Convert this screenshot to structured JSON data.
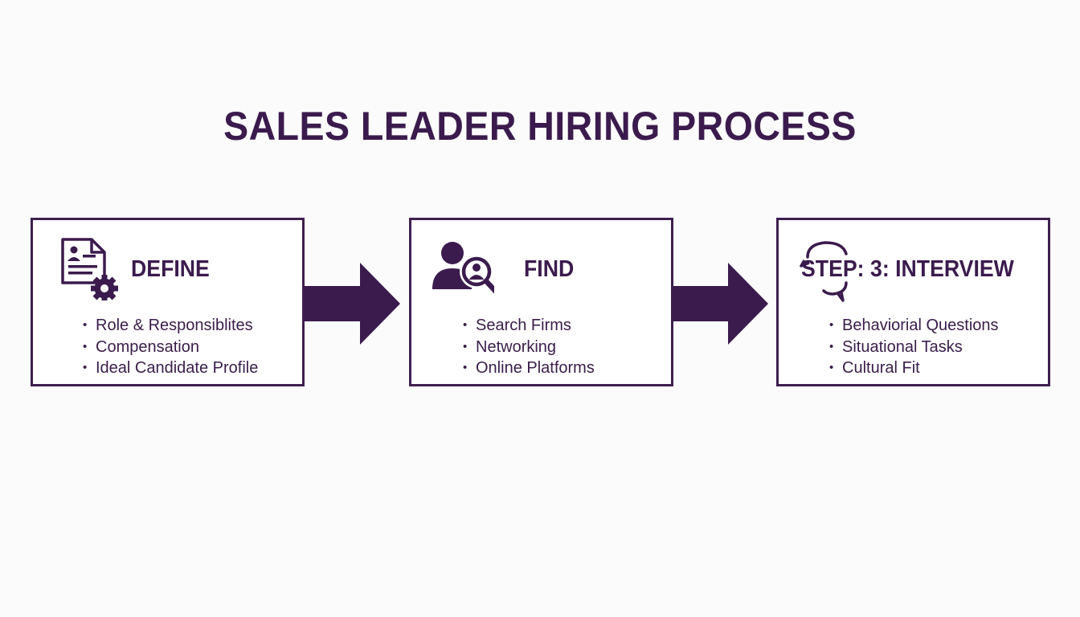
{
  "title": "SALES LEADER HIRING PROCESS",
  "colors": {
    "primary": "#3b1b4d",
    "background": "#fbfbfc",
    "box_fill": "#ffffff"
  },
  "steps": [
    {
      "title": "DEFINE",
      "icon": "document-gear-icon",
      "items": [
        "Role & Responsiblites",
        "Compensation",
        "Ideal Candidate Profile"
      ]
    },
    {
      "title": "FIND",
      "icon": "person-search-icon",
      "items": [
        "Search Firms",
        "Networking",
        "Online Platforms"
      ]
    },
    {
      "title": "STEP: 3: INTERVIEW",
      "icon": "speech-bubbles-icon",
      "items": [
        "Behaviorial Questions",
        "Situational Tasks",
        "Cultural Fit"
      ]
    }
  ]
}
